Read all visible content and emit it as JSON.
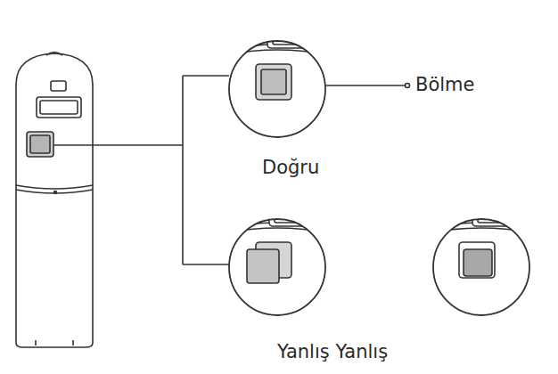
{
  "diagram": {
    "labels": [
      "Bölme",
      "Doğru",
      "Yanlış Yanlış"
    ]
  }
}
